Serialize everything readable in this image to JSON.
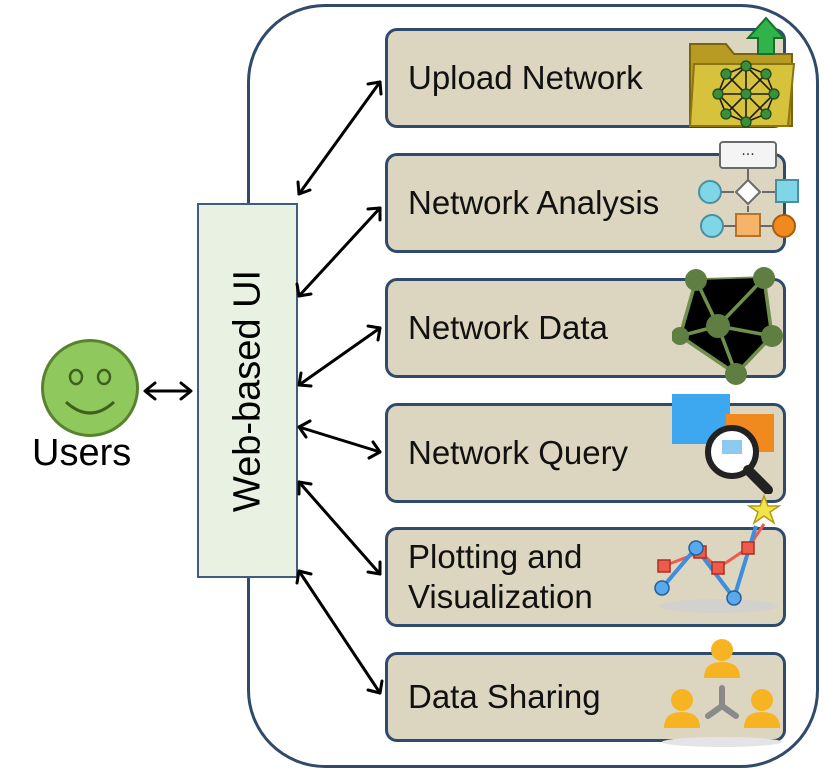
{
  "diagram": {
    "users_label": "Users",
    "webui_label": "Web-based UI",
    "modules": [
      {
        "label": "Upload Network",
        "icon": "folder-upload-network-icon"
      },
      {
        "label": "Network Analysis",
        "icon": "flowchart-icon"
      },
      {
        "label": "Network Data",
        "icon": "network-graph-icon"
      },
      {
        "label": "Network Query",
        "icon": "magnifier-query-icon"
      },
      {
        "label": "Plotting and\nVisualization",
        "icon": "line-plot-icon"
      },
      {
        "label": "Data Sharing",
        "icon": "user-sharing-icon"
      }
    ],
    "colors": {
      "module_fill": "#dcd6c0",
      "border": "#2f4a6b",
      "webui_fill": "#e9f1e2",
      "smiley_fill": "#8fc85d"
    }
  }
}
